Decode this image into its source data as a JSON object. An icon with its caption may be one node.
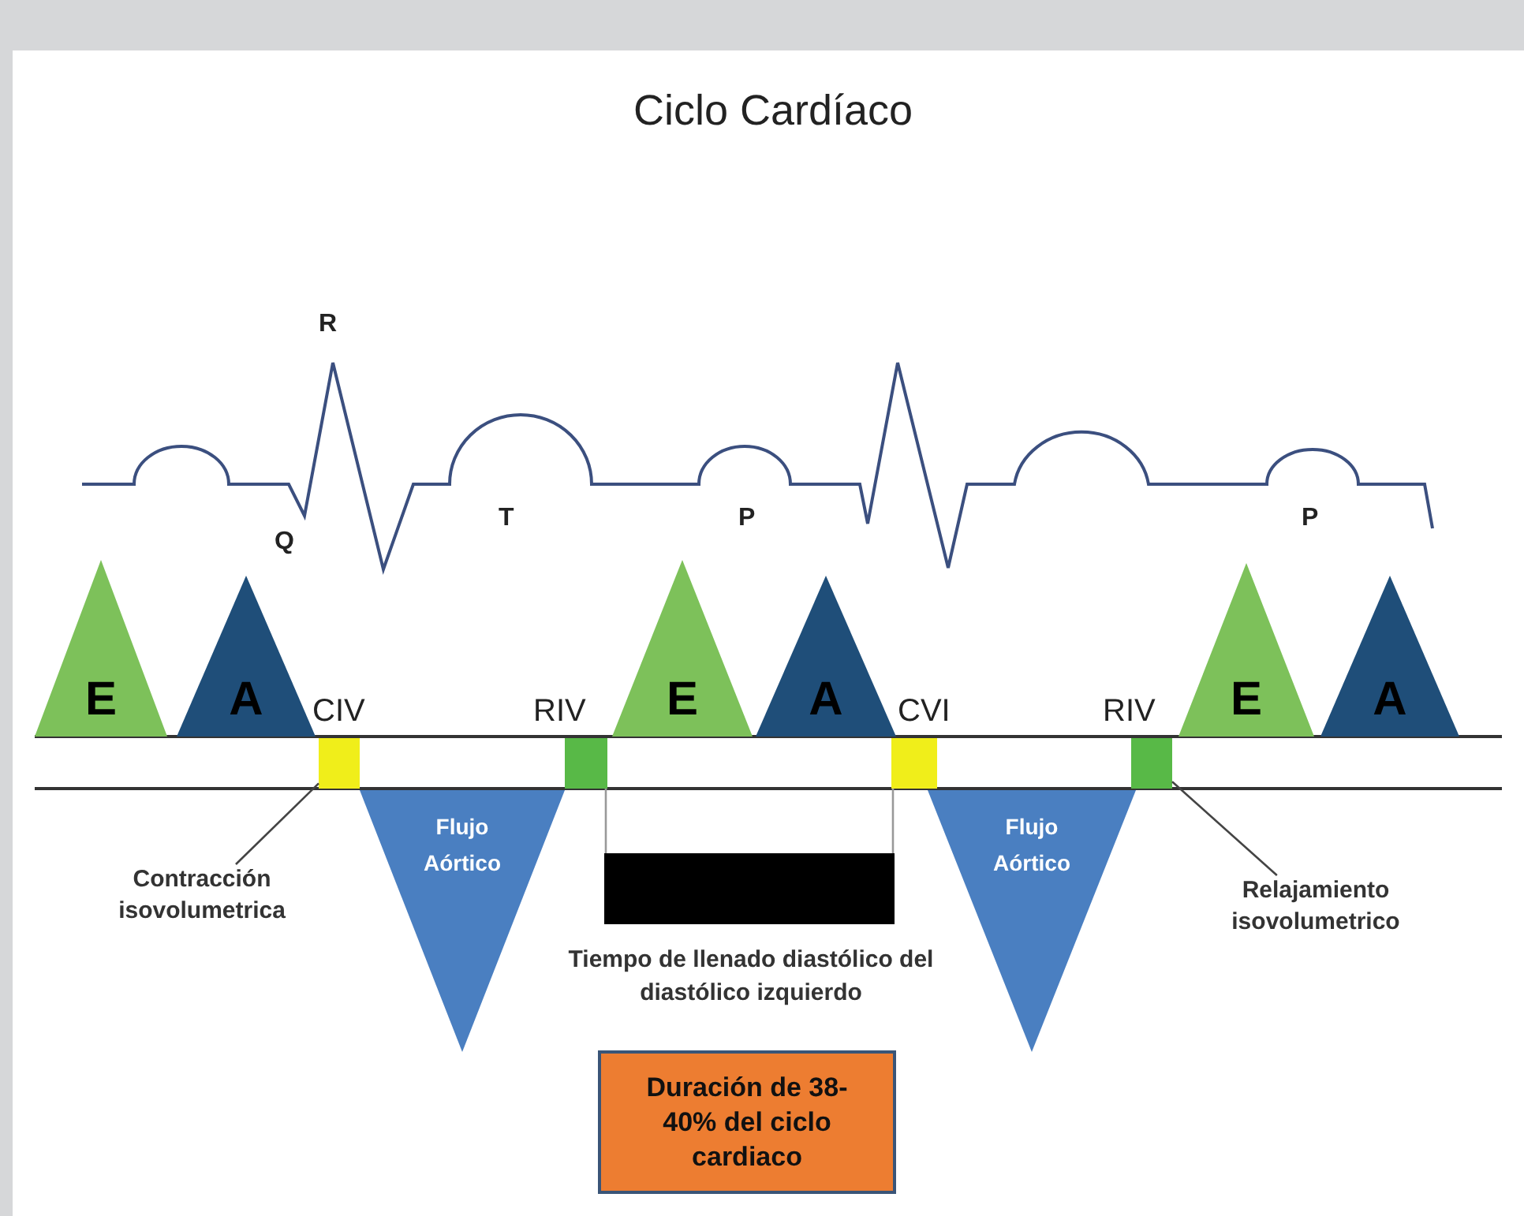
{
  "diagram": {
    "title": "Ciclo Cardíaco",
    "nodes": [
      {
        "text": [
          "E"
        ]
      },
      {
        "text": [
          "A"
        ]
      },
      {
        "text": [
          "E"
        ]
      },
      {
        "text": [
          "A"
        ]
      },
      {
        "text": [
          "E"
        ]
      },
      {
        "text": [
          "A"
        ]
      },
      {
        "text": [
          "Flujo Aórtico"
        ]
      },
      {
        "text": [
          "Flujo Aórtico"
        ]
      },
      {
        "text": [
          "Contracción isovolumetrica"
        ]
      },
      {
        "text": [],
        "shape": "box",
        "beside": [
          "CIV"
        ]
      },
      {
        "text": [],
        "shape": "box",
        "beside": [
          "RIV"
        ]
      },
      {
        "text": [],
        "shape": "box",
        "beside": [
          "CVI"
        ]
      },
      {
        "text": [],
        "shape": "box",
        "beside": [
          "RIV"
        ]
      },
      {
        "text": [
          "Relajamiento isovolumetrico"
        ]
      },
      {
        "text": [],
        "shape": "bar"
      },
      {
        "text": [
          "Duración de 38-40% del ciclo cardiaco"
        ]
      }
    ],
    "edges": [
      {
        "from": 8,
        "to": 9,
        "arrow": "none"
      },
      {
        "from": 13,
        "to": 12,
        "arrow": "none"
      },
      {
        "from": 10,
        "to": 14,
        "arrow": "none",
        "color": "#999999"
      },
      {
        "from": 11,
        "to": 14,
        "arrow": "none",
        "color": "#999999"
      }
    ],
    "labels": [
      "R",
      "Q",
      "T",
      "P",
      "P",
      "Tiempo de llenado diastólico del diastólico izquierdo"
    ]
  }
}
